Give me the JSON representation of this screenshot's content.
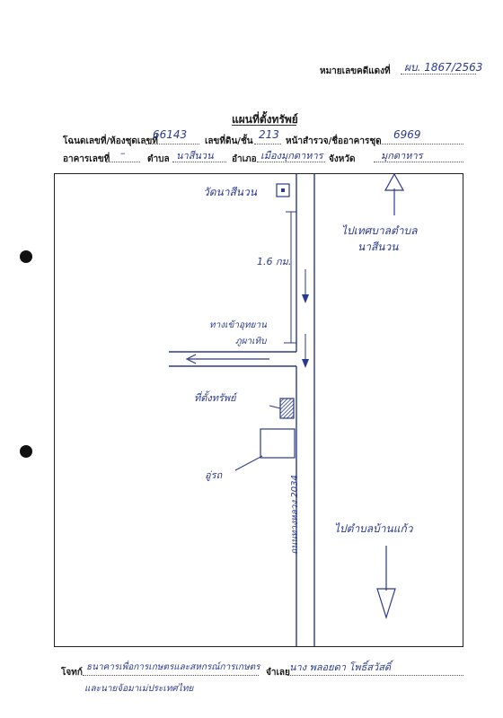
{
  "header": {
    "ref_label": "หมายเลขคดีแดงที่",
    "ref_value": "ผบ. 1867/2563",
    "title": "แผนที่ตั้งทรัพย์"
  },
  "fields": {
    "deed_label": "โฉนดเลขที่/ห้องชุดเลขที่",
    "deed_value": "66143",
    "land_no_label": "เลขที่ดิน/ชั้น",
    "land_no_value": "213",
    "survey_label": "หน้าสำรวจ/ชื่ออาคารชุด",
    "survey_value": "6969",
    "building_label": "อาคารเลขที่",
    "building_value": "–",
    "subdistrict_label": "ตำบล",
    "subdistrict_value": "นาสีนวน",
    "district_label": "อำเภอ",
    "district_value": "เมืองมุกดาหาร",
    "province_label": "จังหวัด",
    "province_value": "มุกดาหาร"
  },
  "map": {
    "temple_label": "วัดนาสีนวน",
    "distance_label": "1.6 กม.",
    "to_subdistrict_label_1": "ไปเทศบาลตำบล",
    "to_subdistrict_label_2": "นาสีนวน",
    "junction_label_1": "ทางเข้าอุทยาน",
    "junction_label_2": "ภูผาเทิบ",
    "property_label": "ที่ตั้งทรัพย์",
    "garage_label": "อู่รถ",
    "road_label": "ถนนทางหลวง 2034",
    "to_village_label": "ไปตำบลบ้านแก้ว"
  },
  "footer": {
    "plaintiff_label": "โจทก์",
    "plaintiff_value_1": "ธนาคารเพื่อการเกษตรและสหกรณ์การเกษตร",
    "plaintiff_value_2": "และนายจ้อมาเม่ประเทศไทย",
    "defendant_label": "จำเลย",
    "defendant_value": "นาง พลอยดา โพธิ์สวัสดิ์"
  }
}
